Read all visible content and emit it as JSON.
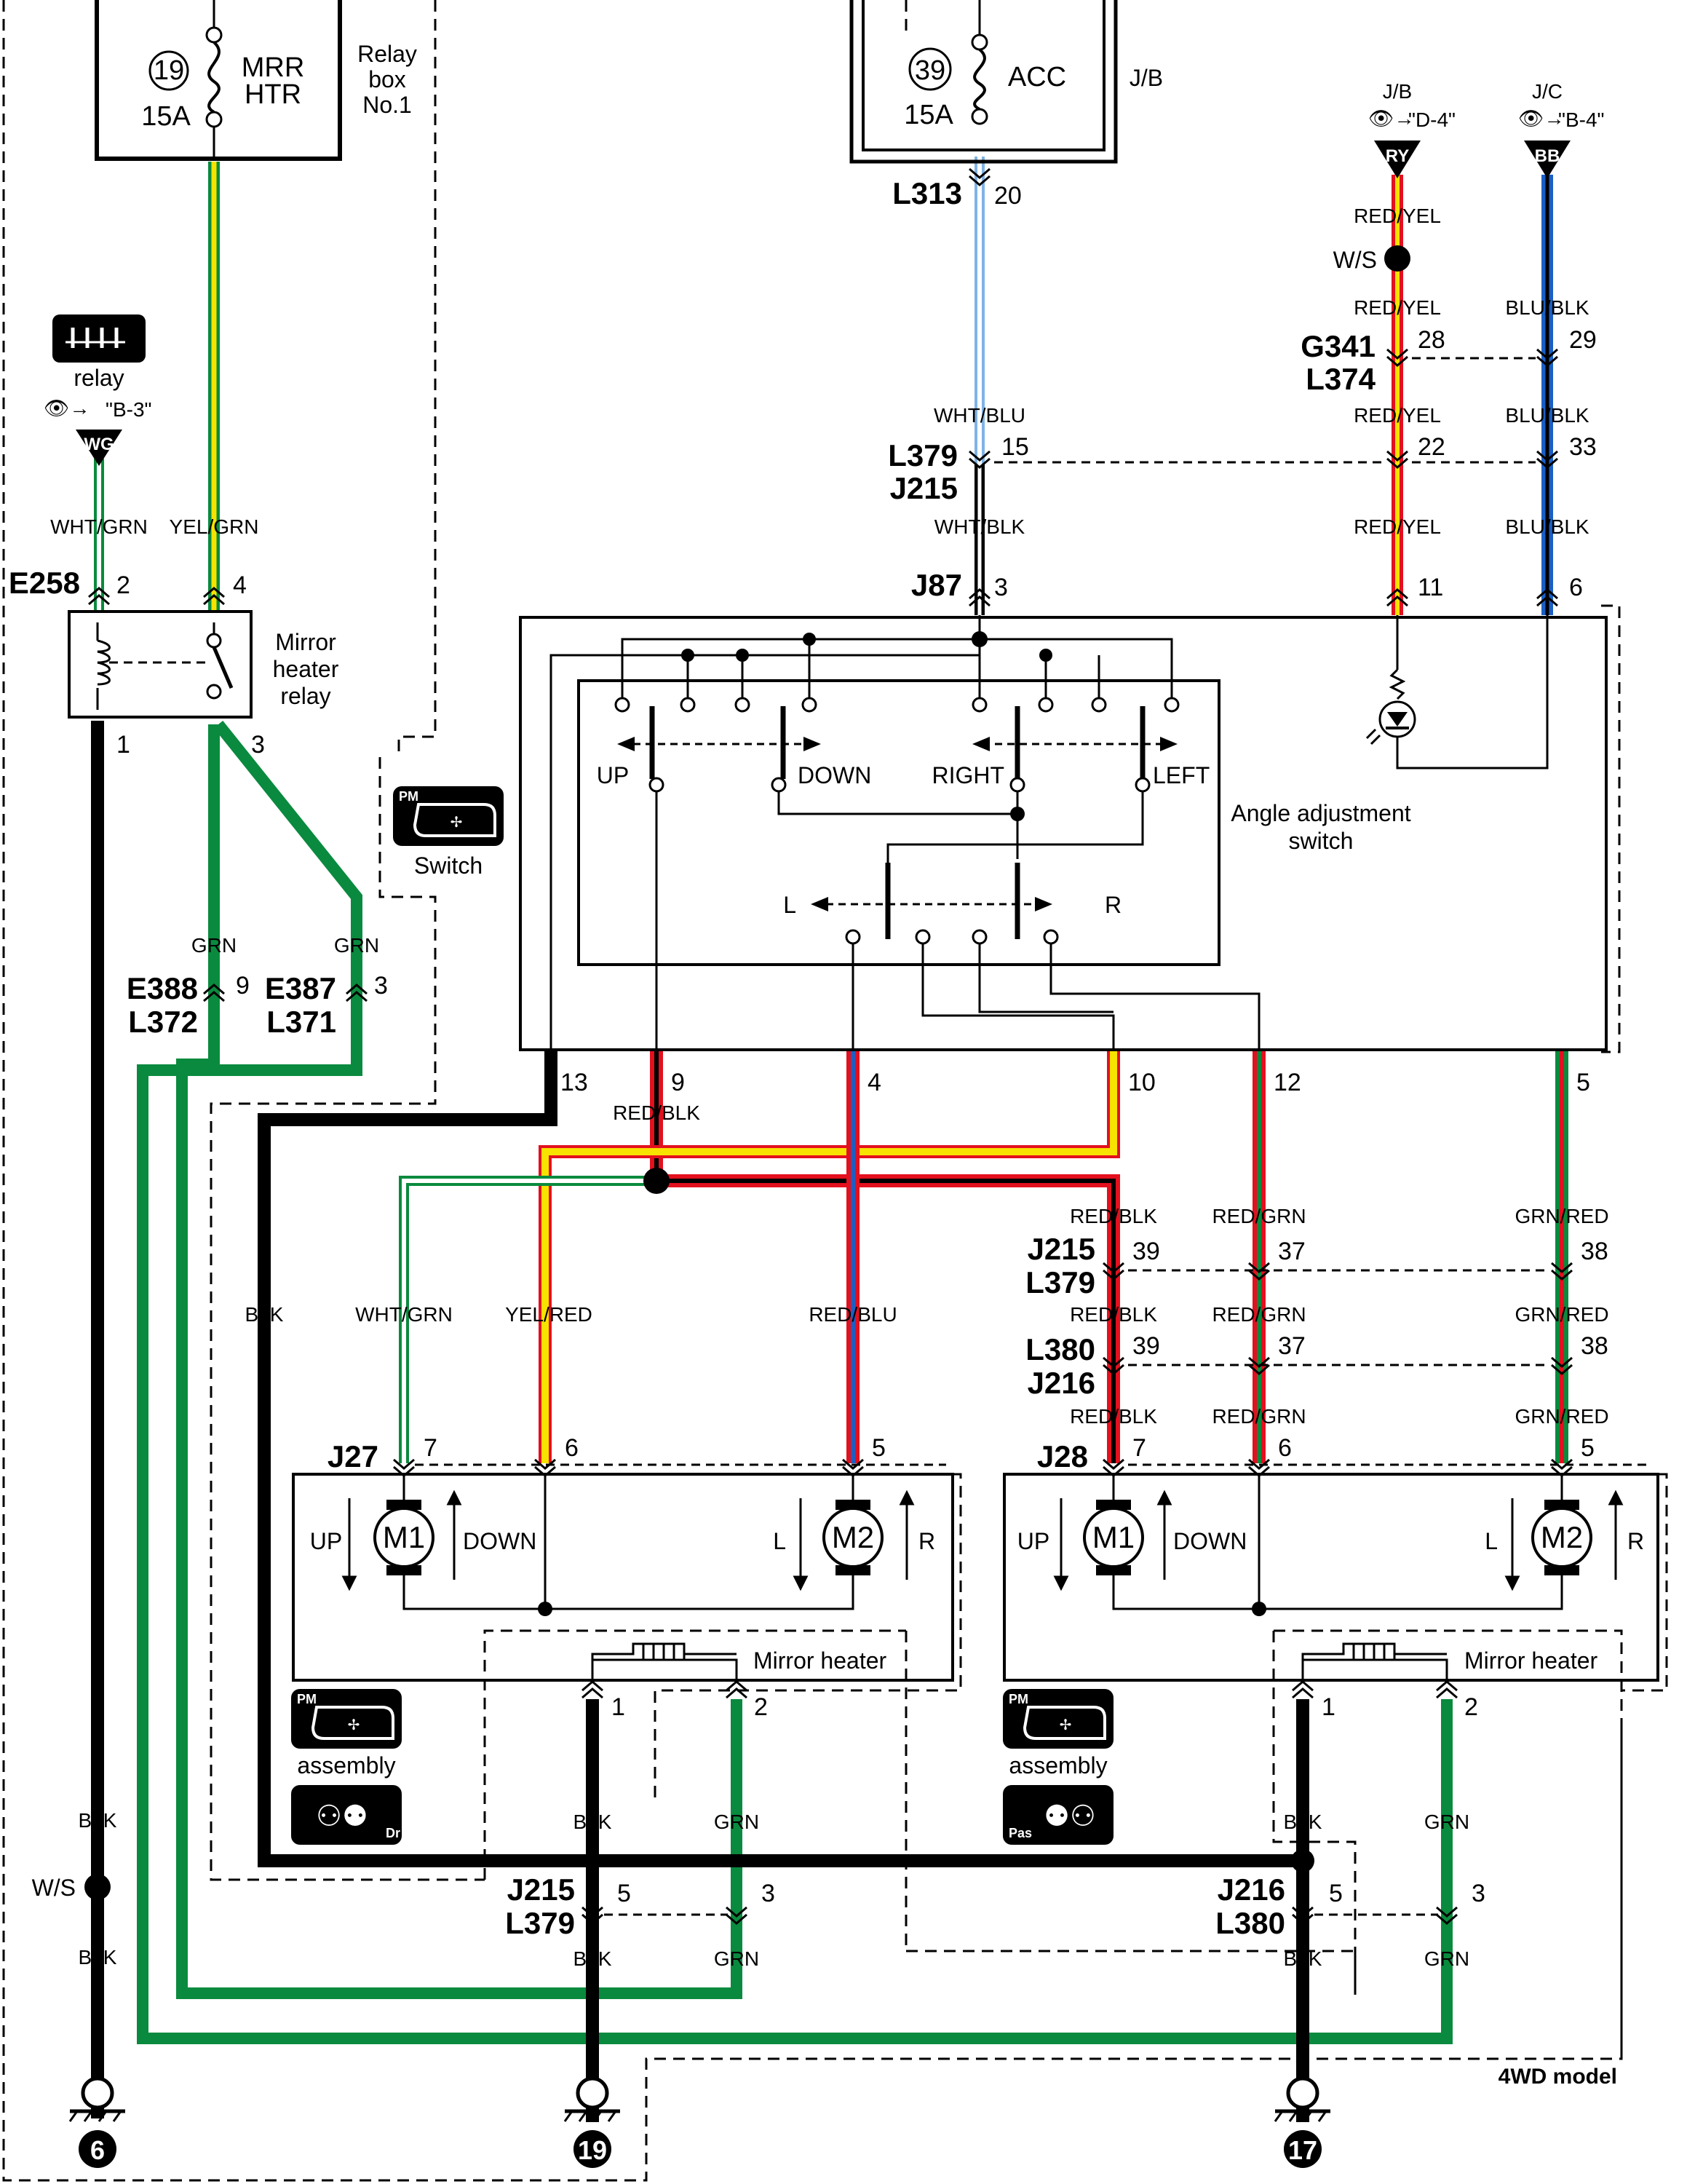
{
  "fuses": {
    "mrr_htr": {
      "number": "19",
      "amps": "15A",
      "name_line1": "MRR",
      "name_line2": "HTR",
      "box_line1": "Relay",
      "box_line2": "box",
      "box_line3": "No.1"
    },
    "acc": {
      "number": "39",
      "amps": "15A",
      "name": "ACC",
      "box": "J/B"
    }
  },
  "refs": {
    "jb": "J/B",
    "jb_ref": "\"D-4\"",
    "jb_code": "RY",
    "jc": "J/C",
    "jc_ref": "\"B-4\"",
    "jc_code": "BB",
    "relay_label": "relay",
    "relay_ref": "\"B-3\"",
    "relay_code": "WG"
  },
  "wire_labels": {
    "yel_grn": "YEL/GRN",
    "wht_grn": "WHT/GRN",
    "grn": "GRN",
    "blk": "BLK",
    "wht_blu": "WHT/BLU",
    "wht_blk": "WHT/BLK",
    "red_yel": "RED/YEL",
    "blu_blk": "BLU/BLK",
    "red_blk": "RED/BLK",
    "yel_red": "YEL/RED",
    "red_blu": "RED/BLU",
    "red_grn": "RED/GRN",
    "grn_red": "GRN/RED"
  },
  "connectors": {
    "e258": "E258",
    "l313": "L313",
    "g341": "G341",
    "l374": "L374",
    "l379": "L379",
    "j215": "J215",
    "j87": "J87",
    "e388": "E388",
    "l372": "L372",
    "e387": "E387",
    "l371": "L371",
    "j27": "J27",
    "j28": "J28",
    "l380": "L380",
    "j216": "J216"
  },
  "pins": {
    "p2": "2",
    "p4": "4",
    "p1": "1",
    "p3": "3",
    "p20": "20",
    "p28": "28",
    "p29": "29",
    "p15": "15",
    "p22": "22",
    "p33": "33",
    "p11": "11",
    "p6": "6",
    "p13": "13",
    "p9": "9",
    "p10": "10",
    "p12": "12",
    "p5": "5",
    "p39": "39",
    "p37": "37",
    "p38": "38",
    "p7": "7"
  },
  "components": {
    "mirror_heater_relay": [
      "Mirror",
      "heater",
      "relay"
    ],
    "angle_switch": [
      "Angle adjustment",
      "switch"
    ],
    "switch_caption": "Switch",
    "assembly": "assembly",
    "mirror_heater": "Mirror heater",
    "ws": "W/S",
    "m1": "M1",
    "m2": "M2",
    "up": "UP",
    "down": "DOWN",
    "right": "RIGHT",
    "left": "LEFT",
    "l": "L",
    "r": "R",
    "pm": "PM",
    "dr": "Dr",
    "pas": "Pas"
  },
  "grounds": {
    "g6": "6",
    "g19": "19",
    "g17": "17"
  },
  "model_note": "4WD model",
  "colors": {
    "black": "#000000",
    "green": "#0a8a3e",
    "red": "#e3101e",
    "yellow": "#f7e200",
    "blue": "#1b5fc4",
    "light_blue": "#7fb3e6"
  }
}
